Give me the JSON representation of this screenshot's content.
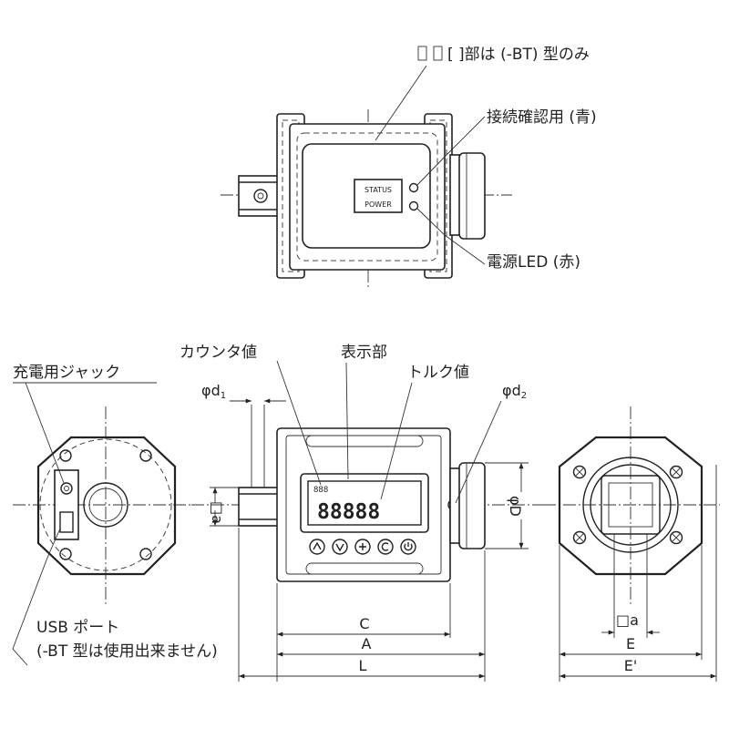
{
  "labels": {
    "bt_only": "[ ]部は (-BT) 型のみ",
    "connection_confirm": "接続確認用 (青)",
    "power_led": "電源LED (赤)",
    "counter_value": "カウンタ値",
    "display": "表示部",
    "torque_value": "トルク値",
    "charging_jack": "充電用ジャック",
    "usb_port": "USB ポート",
    "usb_note": "(-BT 型は使用出来ません)"
  },
  "dimensions": {
    "phi": "φ",
    "d": "d",
    "d1_sub": "1",
    "d2_sub": "2",
    "phi_D": "φD",
    "square_a": "□a",
    "C": "C",
    "A": "A",
    "L": "L",
    "E": "E",
    "E_prime": "E'"
  },
  "display_panel": {
    "digits": "88888",
    "small_digits": "888"
  },
  "top_view_panel": {
    "line1": "STATUS",
    "line2": "POWER"
  },
  "colors": {
    "line": "#222222",
    "body_fill": "#e6e6e6"
  },
  "buttons": [
    "up-arrow-icon",
    "down-arrow-icon",
    "memory-icon",
    "clear-icon",
    "power-icon"
  ]
}
